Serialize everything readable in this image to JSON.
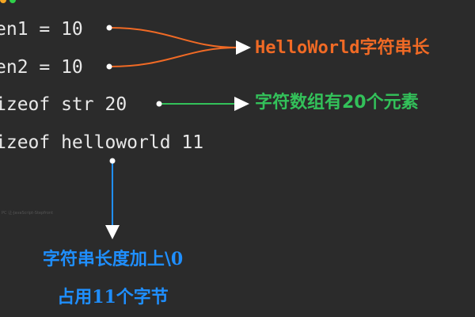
{
  "window_dots": {
    "colors": [
      "#f5a623",
      "#2fd14a"
    ]
  },
  "code": {
    "lines": [
      "en1 = 10",
      "en2 = 10",
      "izeof str 20",
      "izeof helloworld 11"
    ]
  },
  "annotations": {
    "string_length": "HelloWorld字符串长",
    "array_elements": "字符数组有20个元素",
    "note_line1": "字符串长度加上\\0",
    "note_line2": "占用11个字节"
  },
  "watermark": "PC 让-JavaScript-Stepfront",
  "colors": {
    "background": "#2b2b2b",
    "code_text": "#e8e8e8",
    "orange_accent": "#f06a25",
    "green_accent": "#33c15a",
    "blue_accent": "#1f8fff",
    "dot_white": "#ffffff"
  }
}
